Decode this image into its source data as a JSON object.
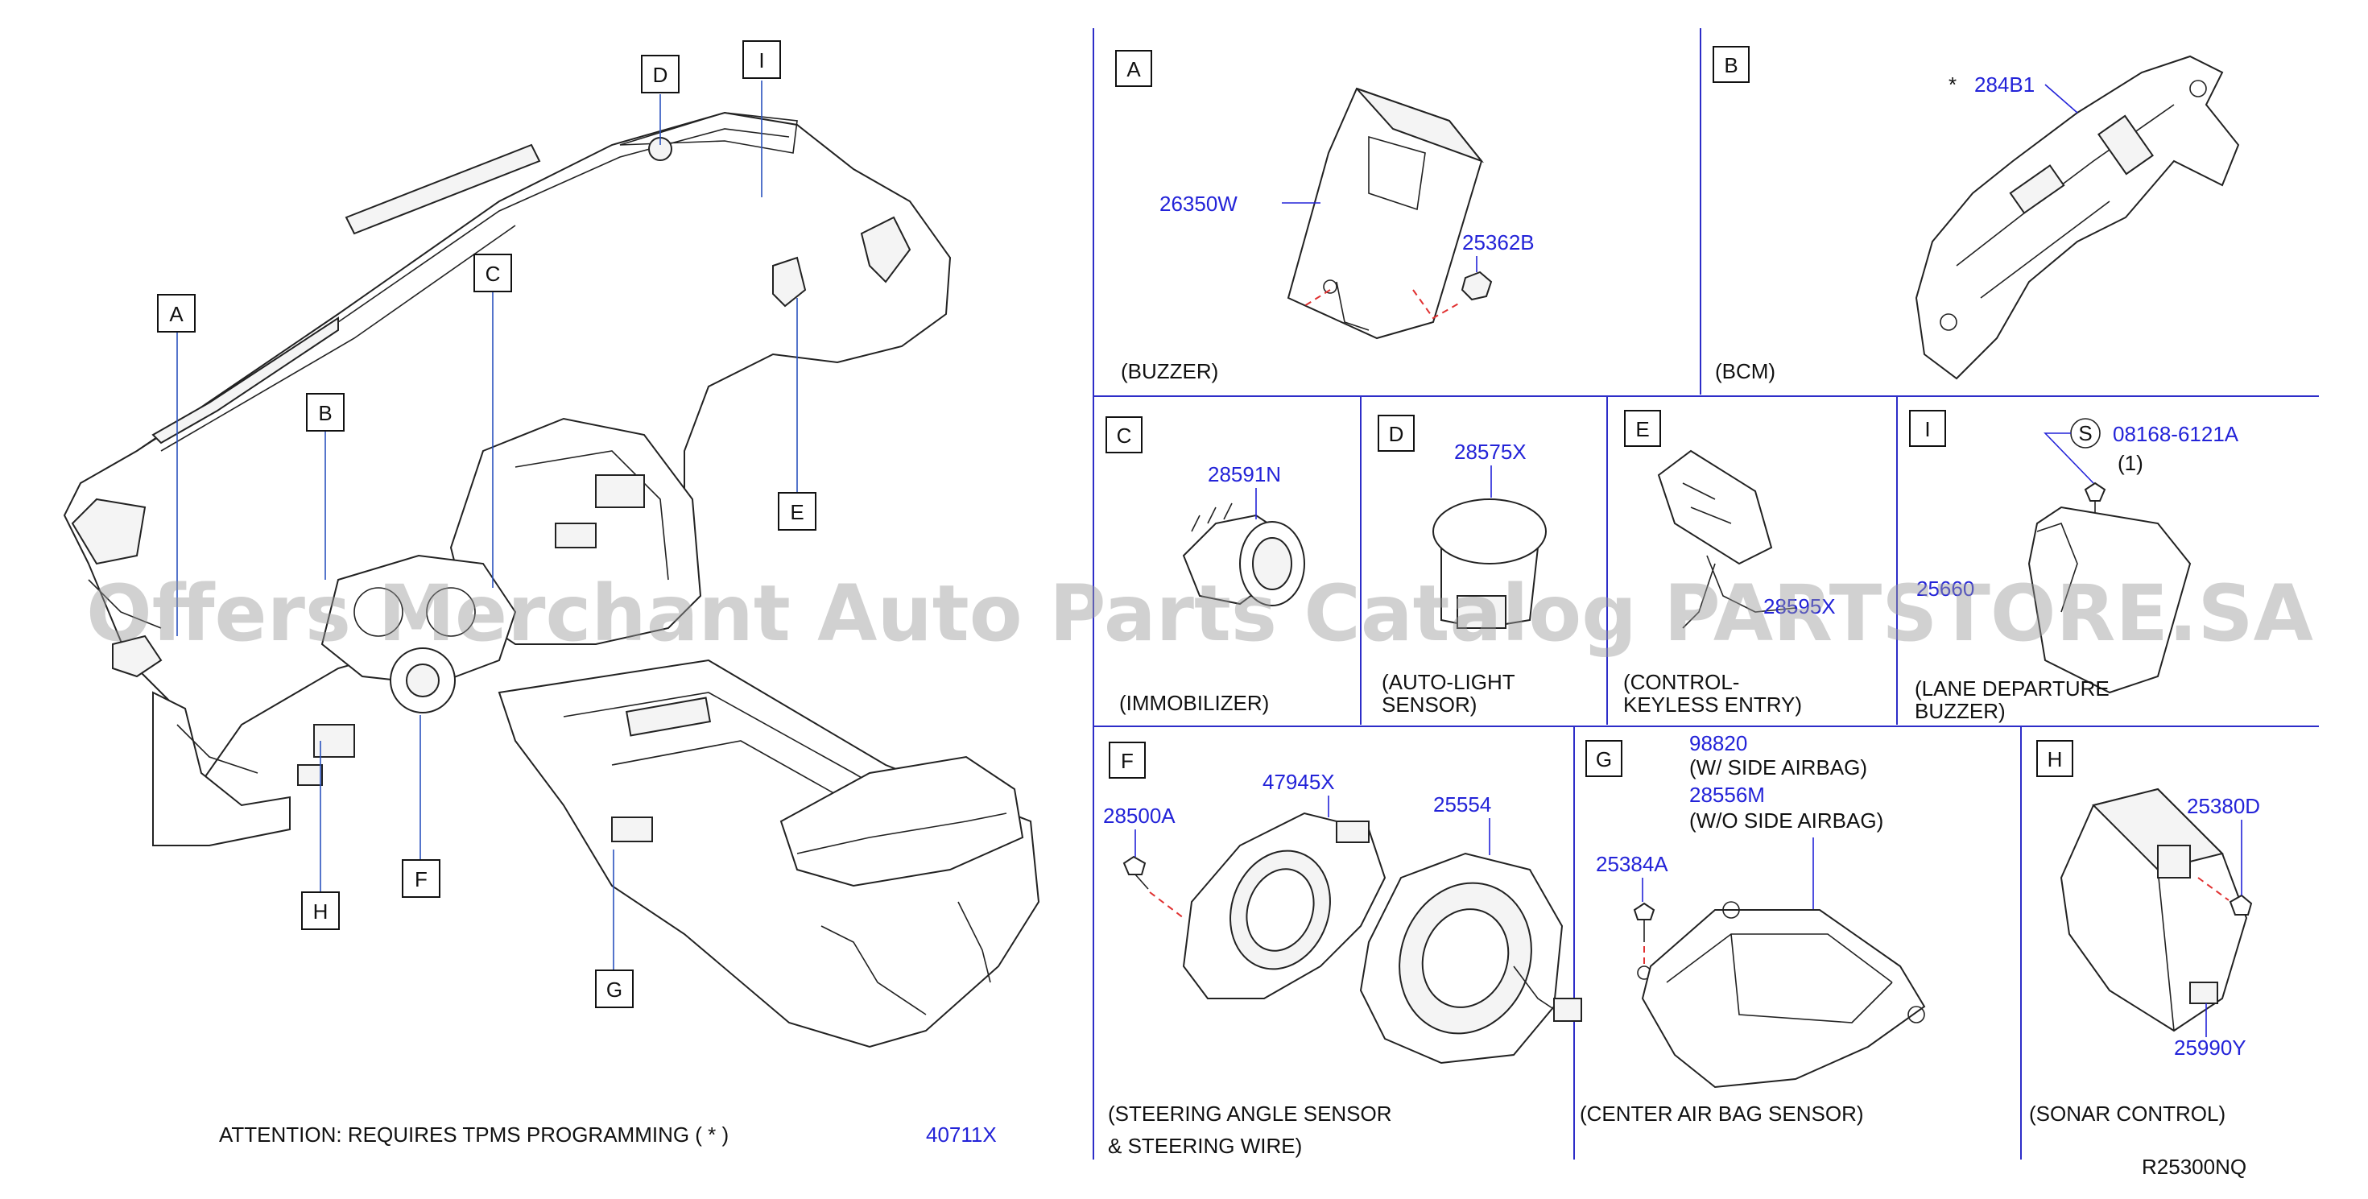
{
  "diagram_code": "R25300NQ",
  "attention": {
    "text": "ATTENTION:  REQUIRES  TPMS  PROGRAMMING  (  *  )",
    "part": "40711X"
  },
  "watermark": "Offers Merchant Auto Parts Catalog PARTSTORE.SA",
  "overview_callouts": [
    "A",
    "B",
    "C",
    "D",
    "E",
    "F",
    "G",
    "H",
    "I"
  ],
  "panels": {
    "A": {
      "letter": "A",
      "caption": "(BUZZER)",
      "parts": [
        "26350W",
        "25362B"
      ]
    },
    "B": {
      "letter": "B",
      "caption": "(BCM)",
      "asterisk": "*",
      "parts": [
        "284B1"
      ]
    },
    "C": {
      "letter": "C",
      "caption": "(IMMOBILIZER)",
      "parts": [
        "28591N"
      ]
    },
    "D": {
      "letter": "D",
      "caption_lines": [
        "(AUTO-LIGHT",
        "SENSOR)"
      ],
      "parts": [
        "28575X"
      ]
    },
    "E": {
      "letter": "E",
      "caption_lines": [
        "(CONTROL-",
        "KEYLESS  ENTRY)"
      ],
      "parts": [
        "28595X"
      ]
    },
    "I": {
      "letter": "I",
      "caption_lines": [
        "(LANE   DEPARTURE",
        "BUZZER)"
      ],
      "parts": [
        "25660"
      ],
      "bolt": {
        "symbol": "S",
        "part": "08168-6121A",
        "qty": "(1)"
      }
    },
    "F": {
      "letter": "F",
      "caption_lines": [
        "(STEERING  ANGLE  SENSOR",
        "&  STEERING  WIRE)"
      ],
      "parts": [
        "28500A",
        "47945X",
        "25554"
      ]
    },
    "G": {
      "letter": "G",
      "caption": "(CENTER  AIR  BAG  SENSOR)",
      "parts": [
        "98820",
        "28556M",
        "25384A"
      ],
      "notes": [
        "(W/  SIDE  AIRBAG)",
        "(W/O  SIDE  AIRBAG)"
      ]
    },
    "H": {
      "letter": "H",
      "caption": "(SONAR  CONTROL)",
      "parts": [
        "25380D",
        "25990Y"
      ]
    }
  }
}
